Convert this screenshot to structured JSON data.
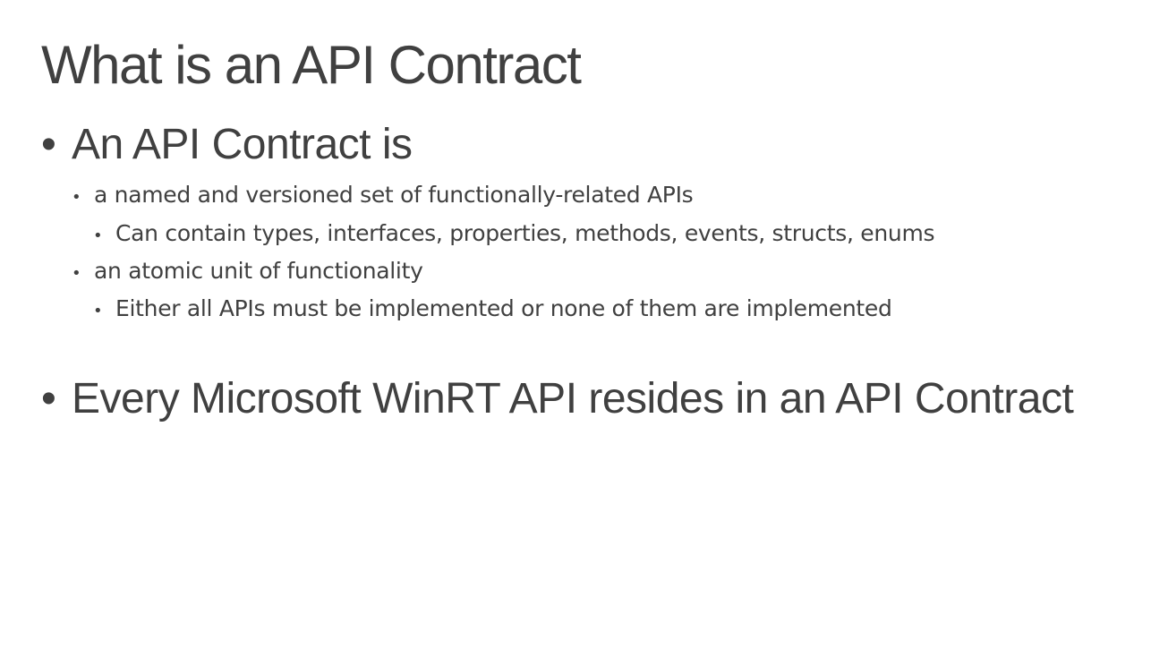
{
  "slide": {
    "title": "What is an API Contract",
    "bullets": [
      {
        "text": "An API Contract is",
        "children": [
          {
            "text": "a named and versioned set of functionally-related APIs",
            "children": [
              {
                "text": "Can contain types, interfaces, properties, methods, events, structs, enums"
              }
            ]
          },
          {
            "text": "an atomic unit of functionality",
            "children": [
              {
                "text": "Either all APIs must be implemented or none of them are implemented"
              }
            ]
          }
        ]
      },
      {
        "text": "Every Microsoft WinRT API resides in an API Contract"
      }
    ],
    "bullet_glyph": "•",
    "colors": {
      "text": "#404040",
      "background": "#ffffff"
    }
  }
}
